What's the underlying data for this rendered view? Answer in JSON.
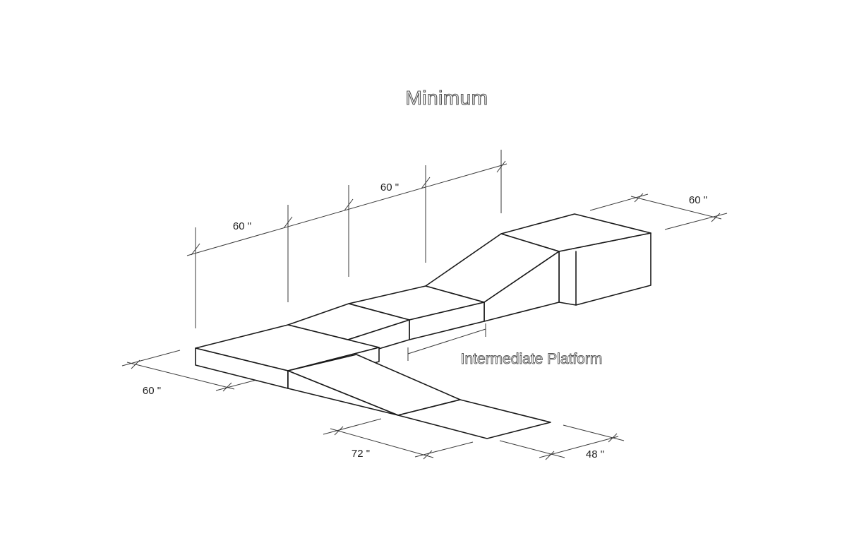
{
  "title": "Minimum",
  "callout_label": "Intermediate Platform",
  "dimensions": {
    "top_left": "60 \"",
    "top_middle": "60 \"",
    "top_right": "60 \"",
    "left": "60 \"",
    "bottom_ramp": "72 \"",
    "bottom_right": "48 \""
  }
}
